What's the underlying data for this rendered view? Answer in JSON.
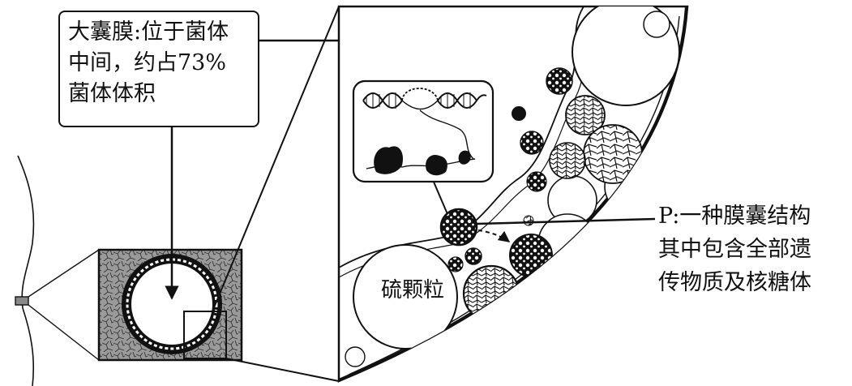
{
  "large_vacuole_callout": {
    "line1": "大囊膜:位于菌体",
    "line2": "中间，约占73%",
    "line3": "菌体体积"
  },
  "p_callout": {
    "line1": "P:一种膜囊结构",
    "line2": "其中包含全部遗",
    "line3": "传物质及核糖体"
  },
  "sulfur_granule_label": "硫颗粒",
  "colors": {
    "ink": "#111111",
    "paper": "#ffffff",
    "texture": "#8a8a8a"
  },
  "icons": [
    "bacterium-cell",
    "zoom-box",
    "magnified-sector",
    "dna-helix-inset",
    "vesicles",
    "arrows"
  ]
}
